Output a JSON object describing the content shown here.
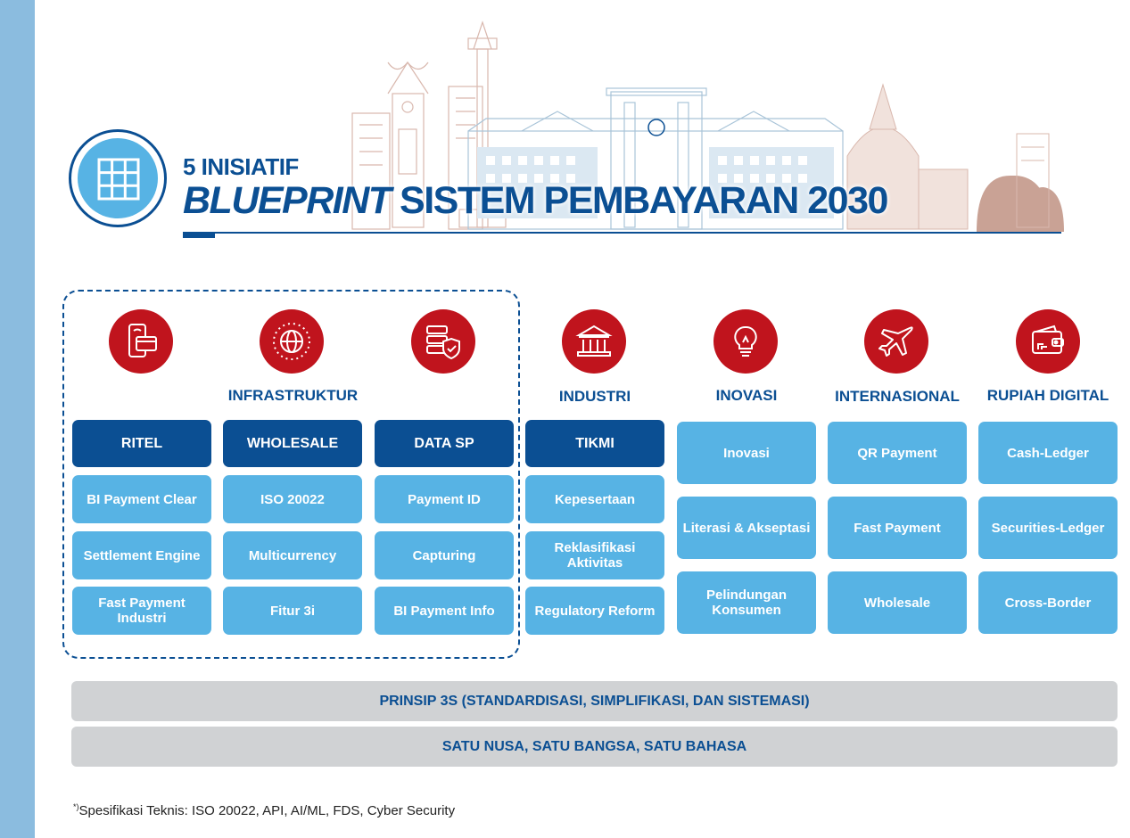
{
  "header": {
    "subtitle": "5 INISIATIF",
    "title_italic": "BLUEPRINT",
    "title_rest": " SISTEM PEMBAYARAN 2030",
    "logo_icon": "grid-icon"
  },
  "group_label": "INFRASTRUKTUR",
  "columns": [
    {
      "icon": "mobile-payment-icon",
      "head": "",
      "top": "RITEL",
      "items": [
        "BI Payment Clear",
        "Settlement Engine",
        "Fast Payment Industri"
      ]
    },
    {
      "icon": "globe-network-icon",
      "head": "",
      "top": "WHOLESALE",
      "items": [
        "ISO 20022",
        "Multicurrency",
        "Fitur 3i"
      ]
    },
    {
      "icon": "server-shield-icon",
      "head": "",
      "top": "DATA SP",
      "items": [
        "Payment ID",
        "Capturing",
        "BI Payment Info"
      ]
    },
    {
      "icon": "bank-building-icon",
      "head": "INDUSTRI",
      "top": "TIKMI",
      "items": [
        "Kepesertaan",
        "Reklasifikasi Aktivitas",
        "Regulatory Reform"
      ]
    },
    {
      "icon": "lightbulb-icon",
      "head": "INOVASI",
      "items": [
        "Inovasi",
        "Literasi & Akseptasi",
        "Pelindungan Konsumen"
      ]
    },
    {
      "icon": "airplane-icon",
      "head": "INTERNASIONAL",
      "items": [
        "QR Payment",
        "Fast Payment",
        "Wholesale"
      ]
    },
    {
      "icon": "digital-wallet-icon",
      "head": "RUPIAH DIGITAL",
      "items": [
        "Cash-Ledger",
        "Securities-Ledger",
        "Cross-Border"
      ]
    }
  ],
  "bands": [
    "PRINSIP 3S (STANDARDISASI, SIMPLIFIKASI, DAN SISTEMASI)",
    "SATU NUSA, SATU BANGSA, SATU BAHASA"
  ],
  "footnote": {
    "mark": "*)",
    "text": "Spesifikasi Teknis: ISO 20022, API, AI/ML, FDS, Cyber Security"
  },
  "colors": {
    "dark_blue": "#0b4f93",
    "light_blue": "#57b3e4",
    "red": "#c0141d",
    "band_gray": "#d0d2d4",
    "side_bar": "#8bbcdf"
  }
}
